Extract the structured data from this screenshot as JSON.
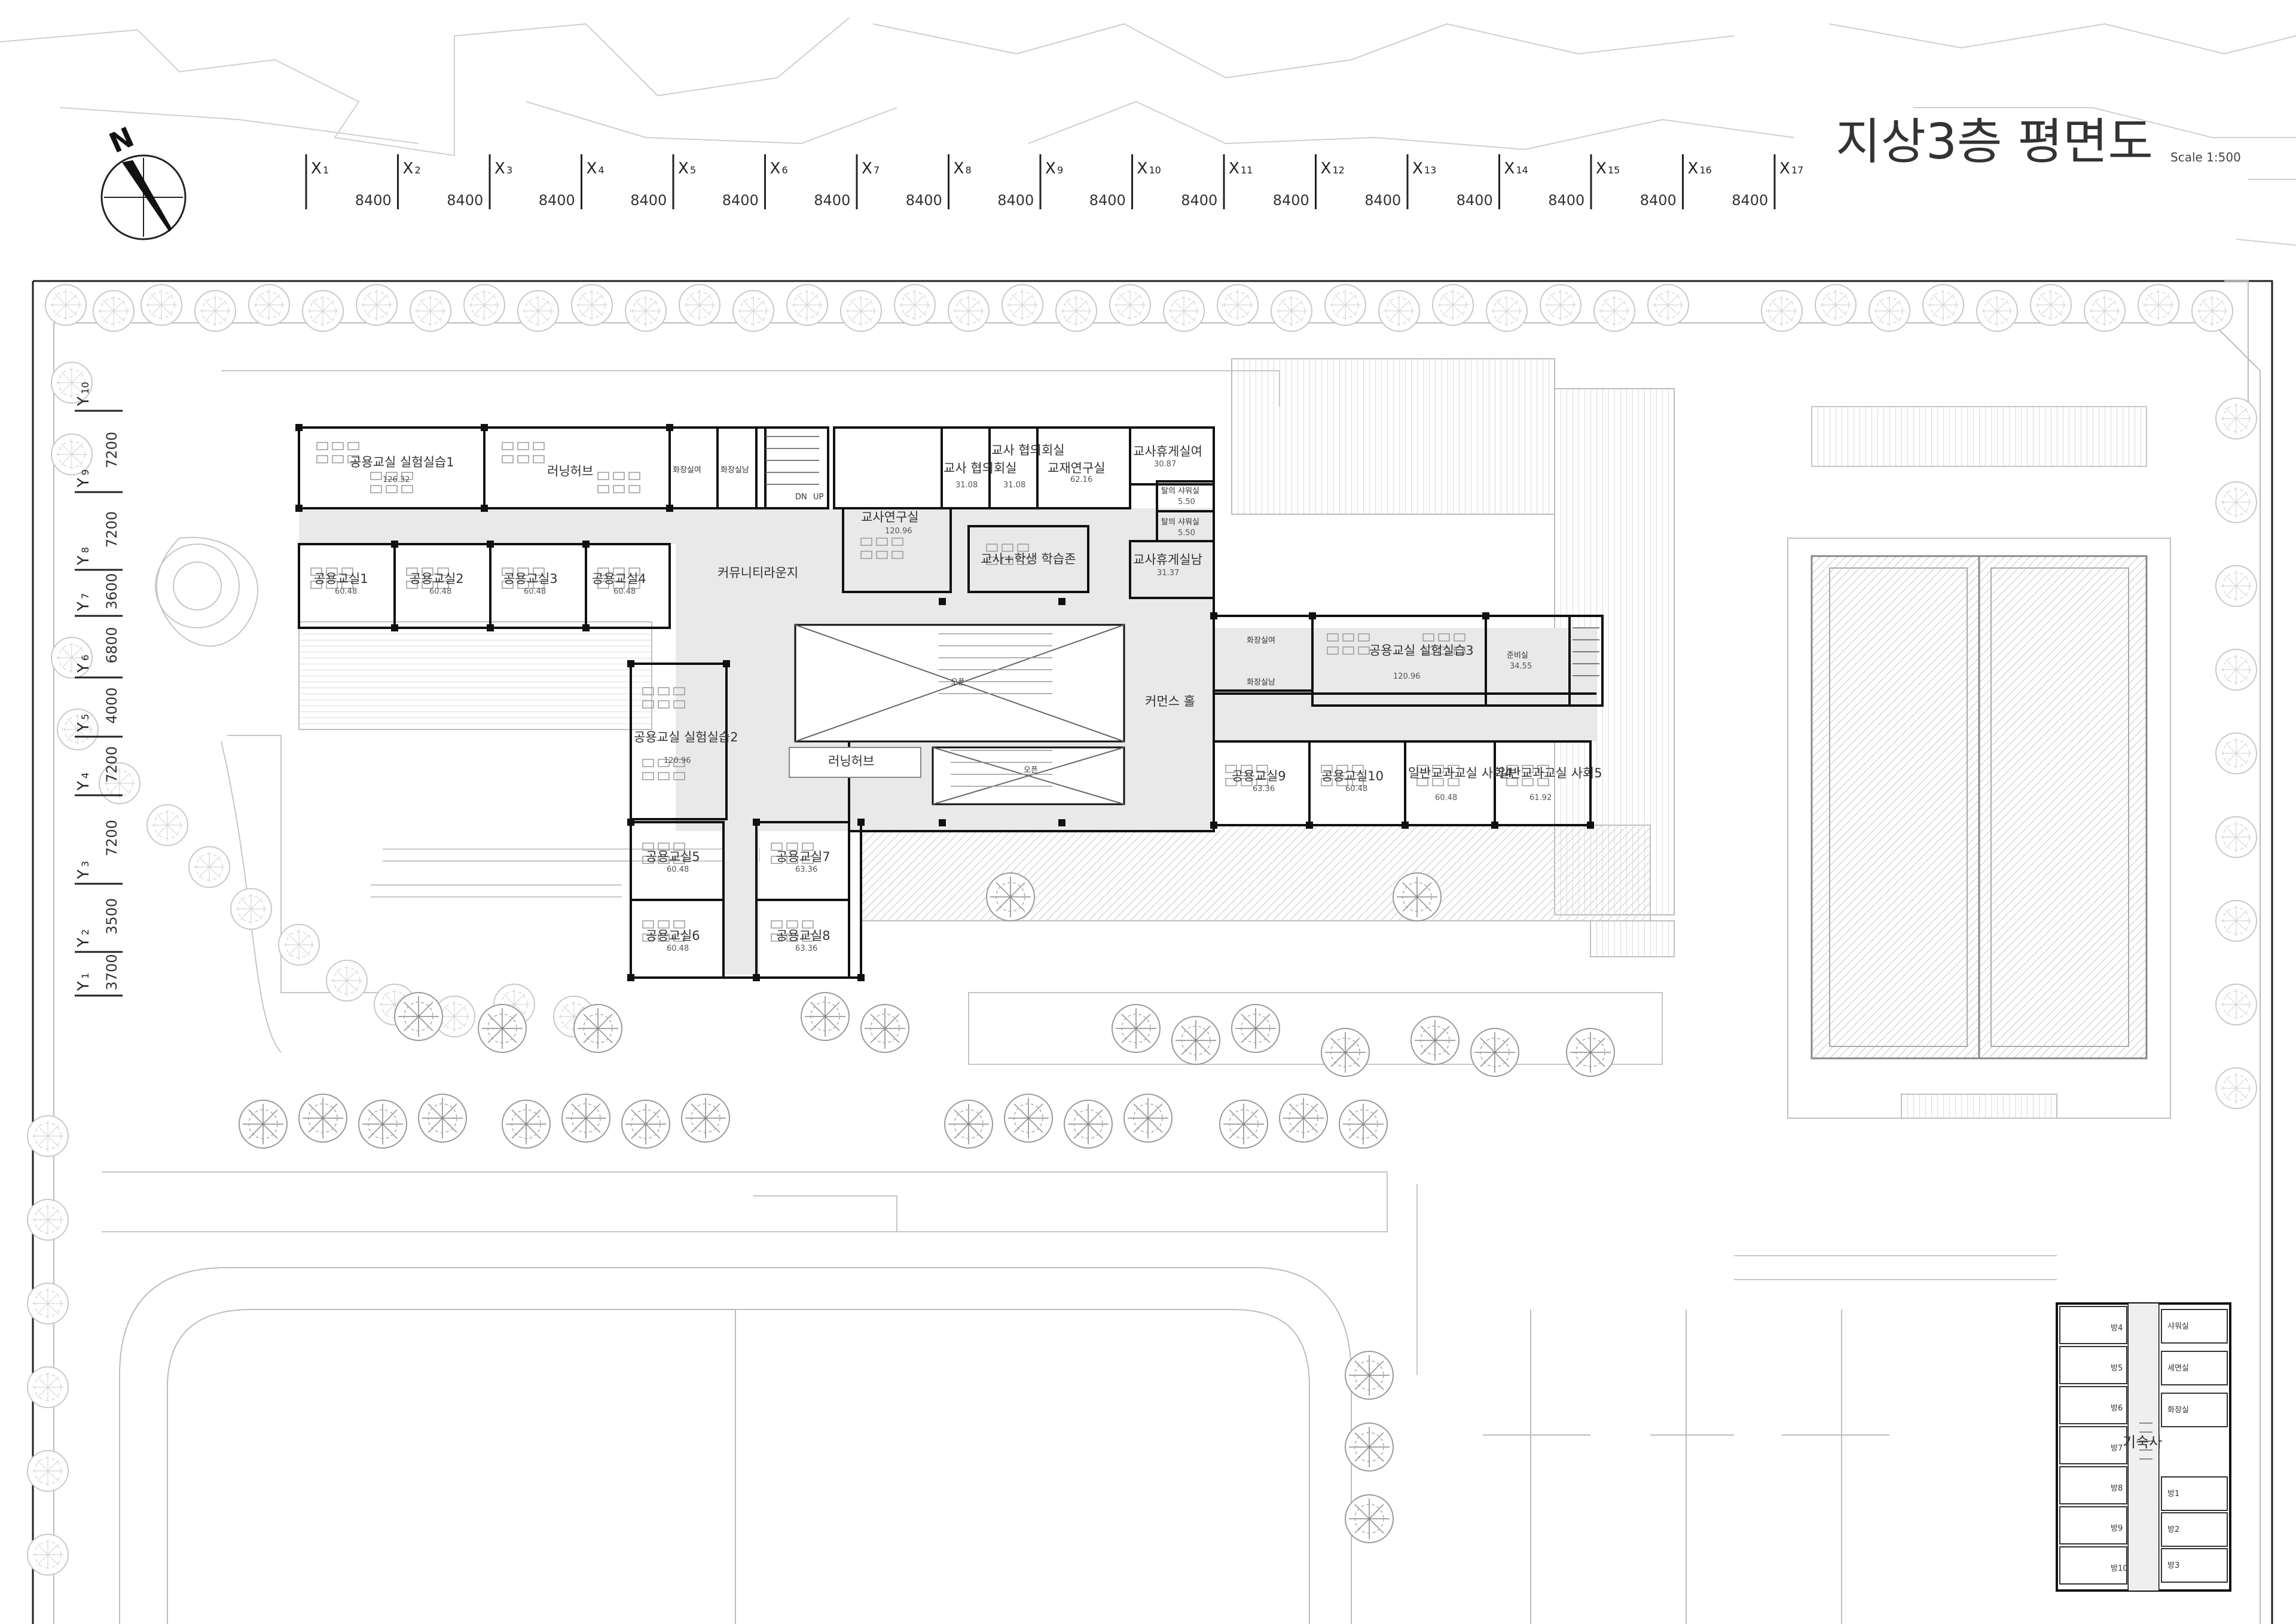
{
  "title": "지상3층 평면도",
  "scale_label": "Scale 1:500",
  "north_label": "N",
  "x_axis": {
    "labels": [
      "1",
      "2",
      "3",
      "4",
      "5",
      "6",
      "7",
      "8",
      "9",
      "10",
      "11",
      "12",
      "13",
      "14",
      "15",
      "16",
      "17"
    ],
    "spacings": [
      "8400",
      "8400",
      "8400",
      "8400",
      "8400",
      "8400",
      "8400",
      "8400",
      "8400",
      "8400",
      "8400",
      "8400",
      "8400",
      "8400",
      "8400",
      "8400"
    ]
  },
  "y_axis": {
    "labels": [
      "1",
      "2",
      "3",
      "4",
      "5",
      "6",
      "7",
      "8",
      "9",
      "10"
    ],
    "spacings": [
      "3700",
      "3500",
      "7200",
      "7200",
      "4000",
      "6800",
      "3600",
      "7200",
      "7200"
    ]
  },
  "rooms": {
    "lab1": "공용교실 실험실습1",
    "lab1_area": "126.32",
    "hub_top": "러닝허브",
    "wc_f": "화장실여",
    "wc_m": "화장실남",
    "stair_dn": "DN",
    "stair_up": "UP",
    "teacher_conf1": "교사 협의회실",
    "teacher_conf1_area": "31.08",
    "teacher_conf2": "교사 협의회실",
    "teacher_conf2_area": "31.08",
    "material_lab": "교재연구실",
    "material_lab_area": "62.16",
    "lounge_f": "교사휴게실여",
    "lounge_f_area": "30.87",
    "powder_shower1": "탈의 샤워실",
    "powder_shower1_area": "5.50",
    "powder_shower2": "탈의 샤워실",
    "powder_shower2_area": "5.50",
    "lounge_m": "교사휴게실남",
    "lounge_m_area": "31.37",
    "teacher_lab": "교사연구실",
    "teacher_lab_area": "120.96",
    "learning_zone": "교사+학생 학습존",
    "community": "커뮤니티라운지",
    "c1": "공용교실1",
    "c1_area": "60.48",
    "c2": "공용교실2",
    "c2_area": "60.48",
    "c3": "공용교실3",
    "c3_area": "60.48",
    "c4": "공용교실4",
    "c4_area": "60.48",
    "lab2": "공용교실 실험실습2",
    "lab2_area": "120.96",
    "c5": "공용교실5",
    "c5_area": "60.48",
    "c6": "공용교실6",
    "c6_area": "60.48",
    "c7": "공용교실7",
    "c7_area": "63.36",
    "c8": "공용교실8",
    "c8_area": "63.36",
    "void_open1": "오픈",
    "void_open2": "오픈",
    "hub_mid": "러닝허브",
    "commons": "커먼스 홀",
    "wc_f2": "화장실여",
    "wc_m2": "화장실남",
    "lab3": "공용교실 실험실습3",
    "lab3_area": "120.96",
    "prep": "준비실",
    "prep_area": "34.55",
    "c9": "공용교실9",
    "c9_area": "63.36",
    "c10": "공용교실10",
    "c10_area": "60.48",
    "gen4": "일반교과교실 사회4",
    "gen4_area": "60.48",
    "gen5": "일반교과교실 사회5",
    "gen5_area": "61.92"
  },
  "dorm": {
    "name": "기숙사",
    "left_rooms": [
      "방4",
      "방5",
      "방6",
      "방7",
      "방8",
      "방9",
      "방10"
    ],
    "right_rooms": [
      "샤워실",
      "세면실",
      "화장실",
      "방1",
      "방2",
      "방3"
    ]
  }
}
